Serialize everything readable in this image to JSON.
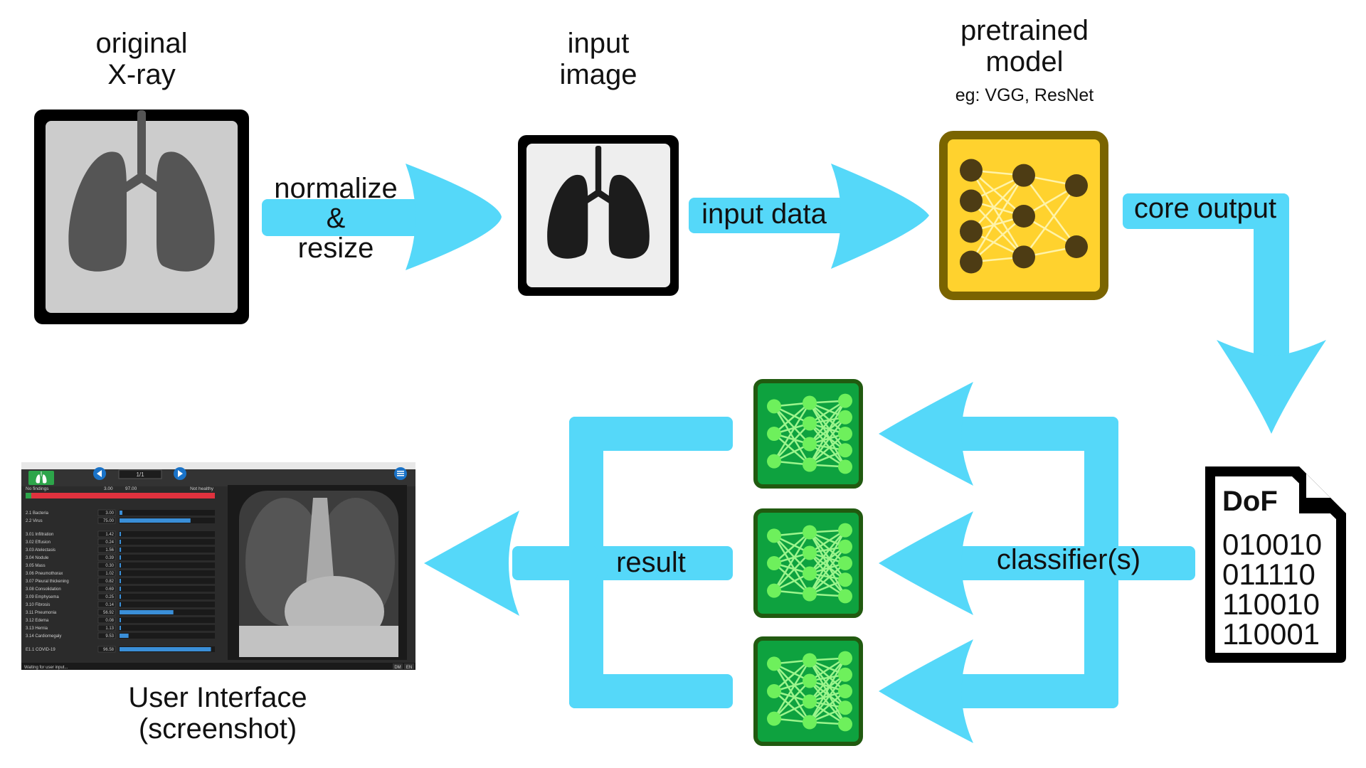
{
  "labels": {
    "original_line1": "original",
    "original_line2": "X-ray",
    "input_line1": "input",
    "input_line2": "image",
    "pretrained_line1": "pretrained",
    "pretrained_line2": "model",
    "pretrained_example": "eg: VGG, ResNet",
    "normalize_line1": "normalize",
    "normalize_line2": "&",
    "normalize_line3": "resize",
    "input_data": "input data",
    "core_output": "core output",
    "classifiers": "classifier(s)",
    "result": "result",
    "ui_line1": "User Interface",
    "ui_line2": "(screenshot)"
  },
  "dof": {
    "title": "DoF",
    "lines": [
      "010010",
      "011110",
      "110010",
      "110001"
    ]
  },
  "colors": {
    "arrow": "#55d8f9",
    "xray_bg": "#cccccc",
    "lung_gray": "#555555",
    "input_bg": "#eeeeee",
    "lung_dark": "#1c1c1c",
    "model_fill": "#ffd22e",
    "model_border": "#7a6400",
    "model_node": "#4d3c14",
    "classifier_fill": "#0ea23f",
    "classifier_border": "#215a10",
    "classifier_node": "#6ef05c",
    "ui_bar_blue": "#3a8fd8",
    "ui_bar_red": "#e0323e"
  },
  "icons": {
    "xray": "lungs-icon",
    "input": "lungs-icon",
    "model": "neural-network-icon",
    "classifier": "neural-network-icon",
    "dof": "binary-file-icon"
  },
  "ui": {
    "page_indicator": "1/1",
    "left_header": "No findings",
    "left_header_v1": "3.00",
    "left_header_v2": "97.00",
    "right_header": "Not healthy",
    "rows": [
      {
        "label": "2.1 Bacteria",
        "value": "3.00",
        "fill": 0.03
      },
      {
        "label": "2.2 Virus",
        "value": "75.00",
        "fill": 0.75
      },
      {
        "label": "3.01 Infiltration",
        "value": "1.42",
        "fill": 0.014
      },
      {
        "label": "3.02 Effusion",
        "value": "0.24",
        "fill": 0.002
      },
      {
        "label": "3.03 Atelectasis",
        "value": "1.56",
        "fill": 0.016
      },
      {
        "label": "3.04 Nodule",
        "value": "0.39",
        "fill": 0.004
      },
      {
        "label": "3.05 Mass",
        "value": "0.30",
        "fill": 0.003
      },
      {
        "label": "3.06 Pneumothorax",
        "value": "1.02",
        "fill": 0.01
      },
      {
        "label": "3.07 Pleural thickening",
        "value": "0.82",
        "fill": 0.008
      },
      {
        "label": "3.08 Consolidation",
        "value": "0.69",
        "fill": 0.007
      },
      {
        "label": "3.09 Emphysema",
        "value": "0.25",
        "fill": 0.003
      },
      {
        "label": "3.10 Fibrosis",
        "value": "0.14",
        "fill": 0.001
      },
      {
        "label": "3.11 Pneumonia",
        "value": "56.92",
        "fill": 0.569
      },
      {
        "label": "3.12 Edema",
        "value": "0.08",
        "fill": 0.001
      },
      {
        "label": "3.13 Hernia",
        "value": "1.13",
        "fill": 0.011
      },
      {
        "label": "3.14 Cardiomegaly",
        "value": "9.53",
        "fill": 0.095
      },
      {
        "label": "E1.1 COVID-19",
        "value": "96.58",
        "fill": 0.966
      }
    ],
    "status": "Waiting for user input...",
    "status_btn1": "DM",
    "status_btn2": "EN"
  }
}
